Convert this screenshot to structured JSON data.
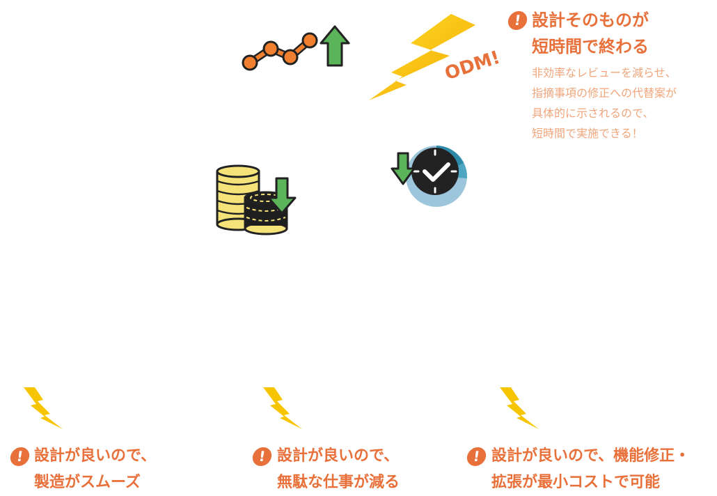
{
  "top_callout": {
    "title_lines": [
      "設計そのものが",
      "短時間で終わる"
    ],
    "body_lines": [
      "非効率なレビューを減らせ、",
      "指摘事項の修正への代替案が",
      "具体的に示されるので、",
      "短時間で実施できる！"
    ]
  },
  "odm_label": "ODM!",
  "bottom_callouts": [
    {
      "lines": [
        "設計が良いので、",
        "製造がスムーズ"
      ]
    },
    {
      "lines": [
        "設計が良いので、",
        "無駄な仕事が減る"
      ]
    },
    {
      "lines": [
        "設計が良いので、機能修正・",
        "拡張が最小コストで可能"
      ]
    }
  ],
  "icons": {
    "exclamation_glyph": "!",
    "growth": "growth-chart-icon",
    "coins": "coin-stack-icon",
    "clock": "clock-icon",
    "bolt": "lightning-bolt-icon"
  },
  "colors": {
    "accent_orange": "#e8703a",
    "body_orange": "#f0a57b",
    "bolt_yellow": "#f6c500",
    "arrow_green": "#5bb45a",
    "coin_yellow": "#f5e37a",
    "clock_blue": "#7fb3d0"
  }
}
